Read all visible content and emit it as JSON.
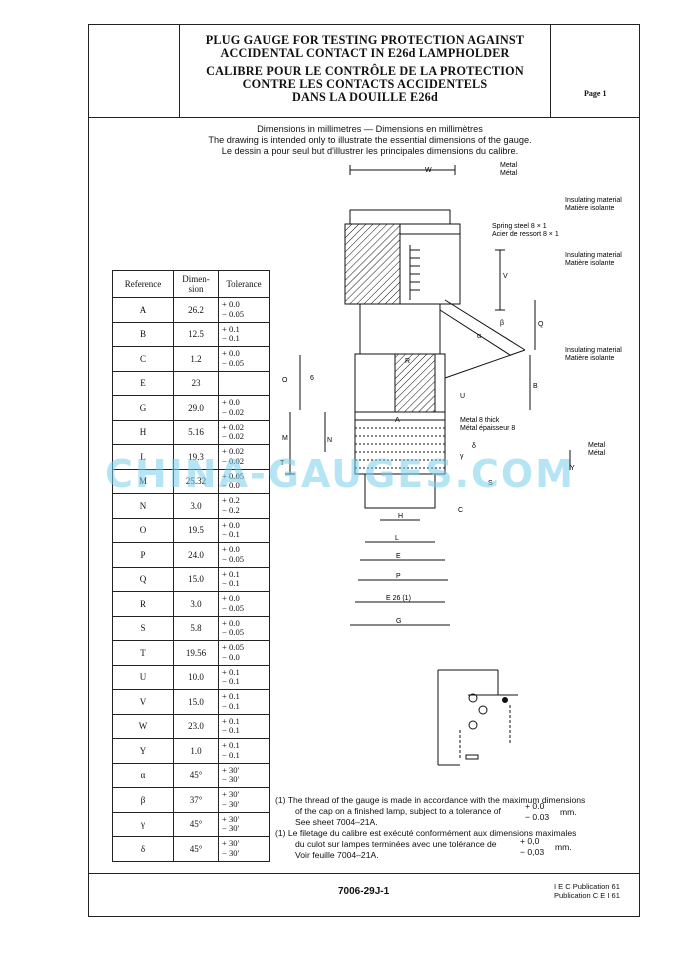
{
  "header": {
    "title_en": [
      "PLUG GAUGE FOR TESTING PROTECTION AGAINST",
      "ACCIDENTAL CONTACT IN E26d LAMPHOLDER"
    ],
    "title_fr": [
      "CALIBRE POUR LE CONTRÔLE DE LA PROTECTION",
      "CONTRE LES CONTACTS ACCIDENTELS",
      "DANS LA DOUILLE E26d"
    ],
    "page": "Page 1"
  },
  "caption": [
    "Dimensions in millimetres — Dimensions en millimètres",
    "The drawing is intended only to illustrate the essential dimensions of the gauge.",
    "Le dessin a pour seul but d'illustrer les principales dimensions du calibre."
  ],
  "table": {
    "headers": [
      "Reference",
      "Dimen-\nsion",
      "Tolerance"
    ],
    "rows": [
      {
        "ref": "A",
        "dim": "26.2",
        "tol": [
          "+ 0.0",
          "− 0.05"
        ]
      },
      {
        "ref": "B",
        "dim": "12.5",
        "tol": [
          "+ 0.1",
          "− 0.1"
        ]
      },
      {
        "ref": "C",
        "dim": "1.2",
        "tol": [
          "+ 0.0",
          "− 0.05"
        ]
      },
      {
        "ref": "E",
        "dim": "23",
        "tol": []
      },
      {
        "ref": "G",
        "dim": "29.0",
        "tol": [
          "+ 0.0",
          "− 0.02"
        ]
      },
      {
        "ref": "H",
        "dim": "5.16",
        "tol": [
          "+ 0.02",
          "− 0.02"
        ]
      },
      {
        "ref": "L",
        "dim": "19.3",
        "tol": [
          "+ 0.02",
          "− 0.02"
        ]
      },
      {
        "ref": "M",
        "dim": "25.32",
        "tol": [
          "+ 0.05",
          "− 0.0"
        ]
      },
      {
        "ref": "N",
        "dim": "3.0",
        "tol": [
          "+ 0.2",
          "− 0.2"
        ]
      },
      {
        "ref": "O",
        "dim": "19.5",
        "tol": [
          "+ 0.0",
          "− 0.1"
        ]
      },
      {
        "ref": "P",
        "dim": "24.0",
        "tol": [
          "+ 0.0",
          "− 0.05"
        ]
      },
      {
        "ref": "Q",
        "dim": "15.0",
        "tol": [
          "+ 0.1",
          "− 0.1"
        ]
      },
      {
        "ref": "R",
        "dim": "3.0",
        "tol": [
          "+ 0.0",
          "− 0.05"
        ]
      },
      {
        "ref": "S",
        "dim": "5.8",
        "tol": [
          "+ 0.0",
          "− 0.05"
        ]
      },
      {
        "ref": "T",
        "dim": "19.56",
        "tol": [
          "+ 0.05",
          "− 0.0"
        ]
      },
      {
        "ref": "U",
        "dim": "10.0",
        "tol": [
          "+ 0.1",
          "− 0.1"
        ]
      },
      {
        "ref": "V",
        "dim": "15.0",
        "tol": [
          "+ 0.1",
          "− 0.1"
        ]
      },
      {
        "ref": "W",
        "dim": "23.0",
        "tol": [
          "+ 0.1",
          "− 0.1"
        ]
      },
      {
        "ref": "Y",
        "dim": "1.0",
        "tol": [
          "+ 0.1",
          "− 0.1"
        ]
      },
      {
        "ref": "α",
        "dim": "45°",
        "tol": [
          "+ 30′",
          "− 30′"
        ]
      },
      {
        "ref": "β",
        "dim": "37°",
        "tol": [
          "+ 30′",
          "− 30′"
        ]
      },
      {
        "ref": "γ",
        "dim": "45°",
        "tol": [
          "+ 30′",
          "− 30′"
        ]
      },
      {
        "ref": "δ",
        "dim": "45°",
        "tol": [
          "+ 30′",
          "− 30′"
        ]
      }
    ]
  },
  "drawing": {
    "metal_top": [
      "Metal",
      "Métal"
    ],
    "insulating_1": [
      "Insulating material",
      "Matière isolante"
    ],
    "spring": [
      "Spring steel 8 × 1",
      "Acier de ressort 8 × 1"
    ],
    "insulating_2": [
      "Insulating material",
      "Matière isolante"
    ],
    "insulating_3": [
      "Insulating material",
      "Matière isolante"
    ],
    "metal_thick": [
      "Metal 8 thick",
      "Métal épaisseur 8"
    ],
    "metal_bottom": [
      "Metal",
      "Métal"
    ],
    "dims": [
      "W",
      "V",
      "Q",
      "B",
      "U",
      "A",
      "O",
      "6",
      "T",
      "R",
      "α",
      "β",
      "γ",
      "δ",
      "N",
      "M",
      "Y",
      "S",
      "C",
      "H",
      "L",
      "E",
      "P",
      "E 26 (1)",
      "G"
    ]
  },
  "notes": {
    "en": [
      "(1)  The thread of the gauge is made in accordance with the maximum dimensions",
      "of the cap on a finished lamp, subject to a tolerance of",
      "See sheet 7004–21A.",
      "+ 0.0",
      "− 0.03",
      "mm."
    ],
    "fr": [
      "(1)  Le filetage du calibre est exécuté conformément aux dimensions maximales",
      "du culot sur lampes terminées avec une tolérance de",
      "Voir feuille 7004–21A.",
      "+ 0,0",
      "− 0,03",
      "mm."
    ]
  },
  "footer": {
    "code": "7006-29J-1",
    "pub": [
      "I E C  Publication  61",
      "Publication  C E I  61"
    ]
  },
  "watermark": "CHINA-GAUGES.COM"
}
